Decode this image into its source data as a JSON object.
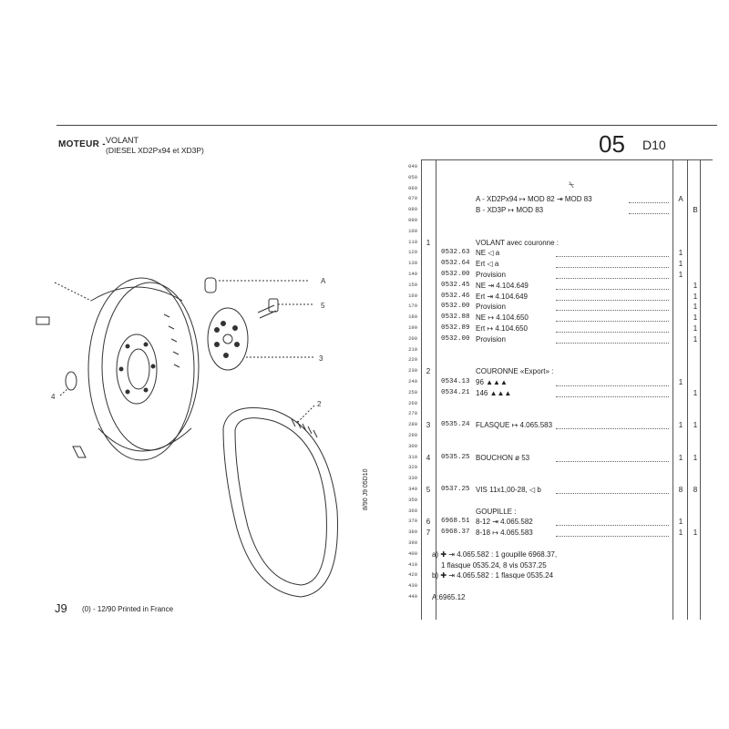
{
  "header": {
    "section": "MOTEUR -",
    "title": "VOLANT",
    "subtitle": "(DIESEL XD2Px94 et XD3P)",
    "page_number": "05",
    "page_code": "D10"
  },
  "line_numbers": [
    "040",
    "050",
    "060",
    "070",
    "080",
    "090",
    "100",
    "110",
    "120",
    "130",
    "140",
    "150",
    "160",
    "170",
    "180",
    "190",
    "200",
    "210",
    "220",
    "230",
    "240",
    "250",
    "260",
    "270",
    "280",
    "290",
    "300",
    "310",
    "320",
    "330",
    "340",
    "350",
    "360",
    "370",
    "380",
    "390",
    "400",
    "410",
    "420",
    "430",
    "440"
  ],
  "symbol": "⍀",
  "variants": [
    {
      "text": "A - XD2Px94 ↦ MOD 82 ⇥ MOD 83",
      "col": "A"
    },
    {
      "text": "B - XD3P ↦ MOD 83",
      "col": "B"
    }
  ],
  "groups": [
    {
      "ref": "1",
      "title": "VOLANT avec couronne :",
      "rows": [
        {
          "part": "0532.63",
          "desc": "NE ◁ a",
          "qa": "1",
          "qb": ""
        },
        {
          "part": "0532.64",
          "desc": "Ert ◁ a",
          "qa": "1",
          "qb": ""
        },
        {
          "part": "0532.00",
          "desc": "Provision",
          "qa": "1",
          "qb": ""
        },
        {
          "part": "0532.45",
          "desc": "NE ⇥ 4.104.649",
          "qa": "",
          "qb": "1"
        },
        {
          "part": "0532.46",
          "desc": "Ert ⇥ 4.104.649",
          "qa": "",
          "qb": "1"
        },
        {
          "part": "0532.00",
          "desc": "Provision",
          "qa": "",
          "qb": "1"
        },
        {
          "part": "0532.88",
          "desc": "NE ↦ 4.104.650",
          "qa": "",
          "qb": "1"
        },
        {
          "part": "0532.89",
          "desc": "Ert ↦ 4.104.650",
          "qa": "",
          "qb": "1"
        },
        {
          "part": "0532.00",
          "desc": "Provision",
          "qa": "",
          "qb": "1"
        }
      ]
    },
    {
      "ref": "2",
      "title": "COURONNE «Export» :",
      "rows": [
        {
          "part": "0534.13",
          "desc": "96 ▲▲▲",
          "qa": "1",
          "qb": ""
        },
        {
          "part": "0534.21",
          "desc": "146 ▲▲▲",
          "qa": "",
          "qb": "1"
        }
      ]
    },
    {
      "ref": "3",
      "title": "",
      "rows": [
        {
          "part": "0535.24",
          "desc": "FLASQUE ↦ 4.065.583",
          "qa": "1",
          "qb": "1"
        }
      ]
    },
    {
      "ref": "4",
      "title": "",
      "rows": [
        {
          "part": "0535.25",
          "desc": "BOUCHON ø 53",
          "qa": "1",
          "qb": "1"
        }
      ]
    },
    {
      "ref": "5",
      "title": "",
      "rows": [
        {
          "part": "0537.25",
          "desc": "VIS 11x1,00-28, ◁ b",
          "qa": "8",
          "qb": "8"
        }
      ]
    },
    {
      "ref": "",
      "title": "GOUPILLE :",
      "rows": []
    },
    {
      "ref": "6",
      "title": "",
      "rows": [
        {
          "part": "6968.51",
          "desc": "8-12 ⇥ 4.065.582",
          "qa": "1",
          "qb": ""
        }
      ]
    },
    {
      "ref": "7",
      "title": "",
      "rows": [
        {
          "part": "6968.37",
          "desc": "8-18 ↦ 4.065.583",
          "qa": "1",
          "qb": "1"
        }
      ]
    }
  ],
  "notes": [
    "a) ✚ ⇥ 4.065.582 : 1 goupille 6968.37,",
    "1 flasque 0535.24, 8 vis 0537.25",
    "b) ✚ ⇥ 4.065.582 : 1 flasque 0535.24",
    "A:6965.12"
  ],
  "callouts": [
    "A",
    "5",
    "3",
    "2",
    "4"
  ],
  "footer": {
    "code": "J9",
    "detail": "(0) - 12/90 Printed in France",
    "vertical": "8/90  J9  05D10"
  }
}
